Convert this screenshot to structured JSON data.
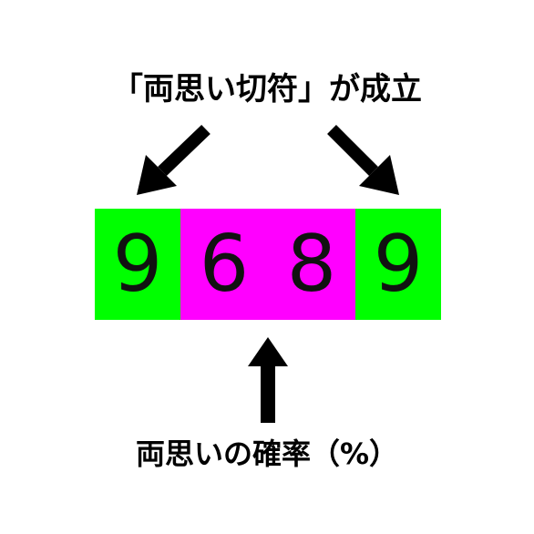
{
  "top_caption": "「両思い切符」が成立",
  "bottom_caption": "両思いの確率（%）",
  "digits": [
    {
      "value": "9",
      "color": "#00ff00"
    },
    {
      "value": "6",
      "color": "#ff00ff"
    },
    {
      "value": "8",
      "color": "#ff00ff"
    },
    {
      "value": "9",
      "color": "#00ff00"
    }
  ],
  "arrow_color": "#000000"
}
